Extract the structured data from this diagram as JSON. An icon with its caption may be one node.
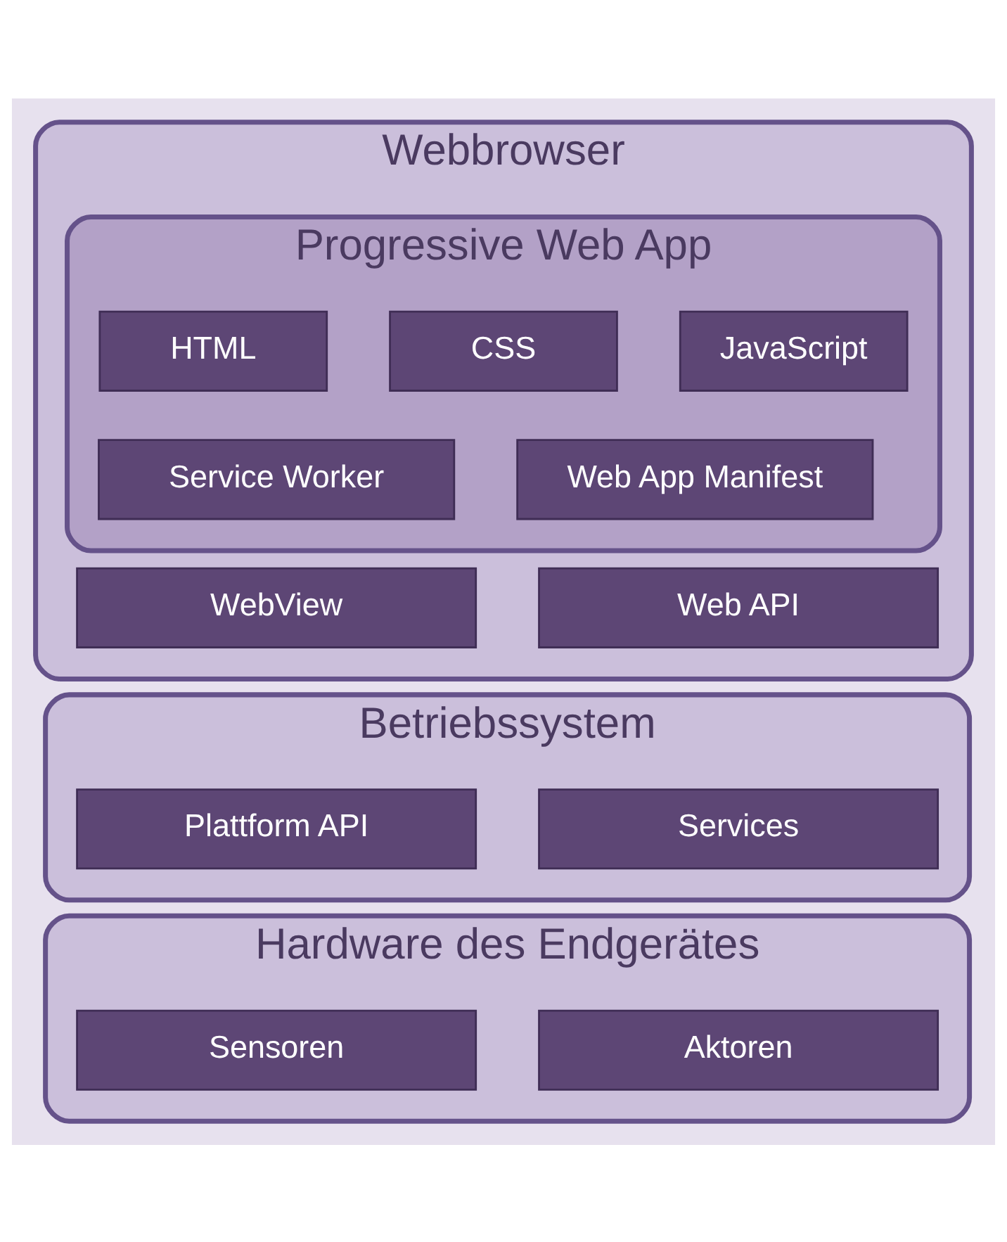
{
  "diagram": {
    "nodes": [
      {
        "text": [
          "Webbrowser"
        ]
      },
      {
        "text": [
          "Progressive Web App"
        ],
        "in": 0
      },
      {
        "text": [
          "HTML"
        ],
        "in": 1
      },
      {
        "text": [
          "CSS"
        ],
        "in": 1
      },
      {
        "text": [
          "JavaScript"
        ],
        "in": 1
      },
      {
        "text": [
          "Service Worker"
        ],
        "in": 1
      },
      {
        "text": [
          "Web App Manifest"
        ],
        "in": 1
      },
      {
        "text": [
          "WebView"
        ],
        "in": 0
      },
      {
        "text": [
          "Web API"
        ],
        "in": 0
      },
      {
        "text": [
          "Betriebssystem"
        ]
      },
      {
        "text": [
          "Plattform API"
        ],
        "in": 9
      },
      {
        "text": [
          "Services"
        ],
        "in": 9
      },
      {
        "text": [
          "Hardware des Endgerätes"
        ]
      },
      {
        "text": [
          "Sensoren"
        ],
        "in": 12
      },
      {
        "text": [
          "Aktoren"
        ],
        "in": 12
      }
    ]
  }
}
